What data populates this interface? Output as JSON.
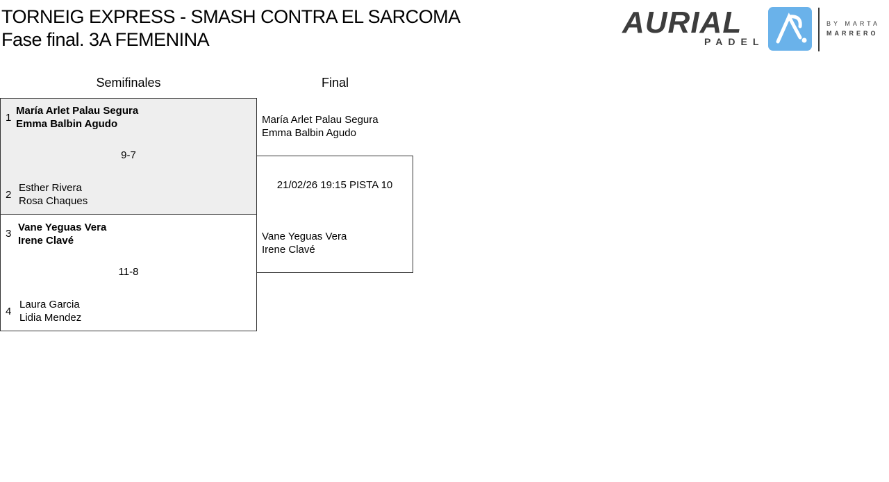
{
  "header": {
    "title": "TORNEIG EXPRESS - SMASH CONTRA EL SARCOMA",
    "subtitle": "Fase final. 3A FEMENINA"
  },
  "logo": {
    "brand": "AURIAL",
    "sub": "PADEL",
    "by": "BY MARTA",
    "name": "MARRERO",
    "mark_color": "#6ab2ea"
  },
  "columns": {
    "semis": "Semifinales",
    "final": "Final"
  },
  "semifinals": [
    {
      "top": {
        "seed": "1",
        "p1": "María Arlet Palau Segura",
        "p2": "Emma Balbin Agudo"
      },
      "score": "9-7",
      "bottom": {
        "seed": "2",
        "p1": "Esther Rivera",
        "p2": "Rosa Chaques"
      },
      "winner": "top",
      "highlight": "#eeeeee"
    },
    {
      "top": {
        "seed": "3",
        "p1": "Vane Yeguas Vera",
        "p2": "Irene Clavé"
      },
      "score": "11-8",
      "bottom": {
        "seed": "4",
        "p1": "Laura Garcia",
        "p2": "Lidia Mendez"
      },
      "winner": "top"
    }
  ],
  "final": {
    "top": {
      "p1": "María Arlet Palau Segura",
      "p2": "Emma Balbin Agudo"
    },
    "info": "21/02/26 19:15 PISTA 10",
    "bottom": {
      "p1": "Vane Yeguas Vera",
      "p2": "Irene Clavé"
    }
  }
}
